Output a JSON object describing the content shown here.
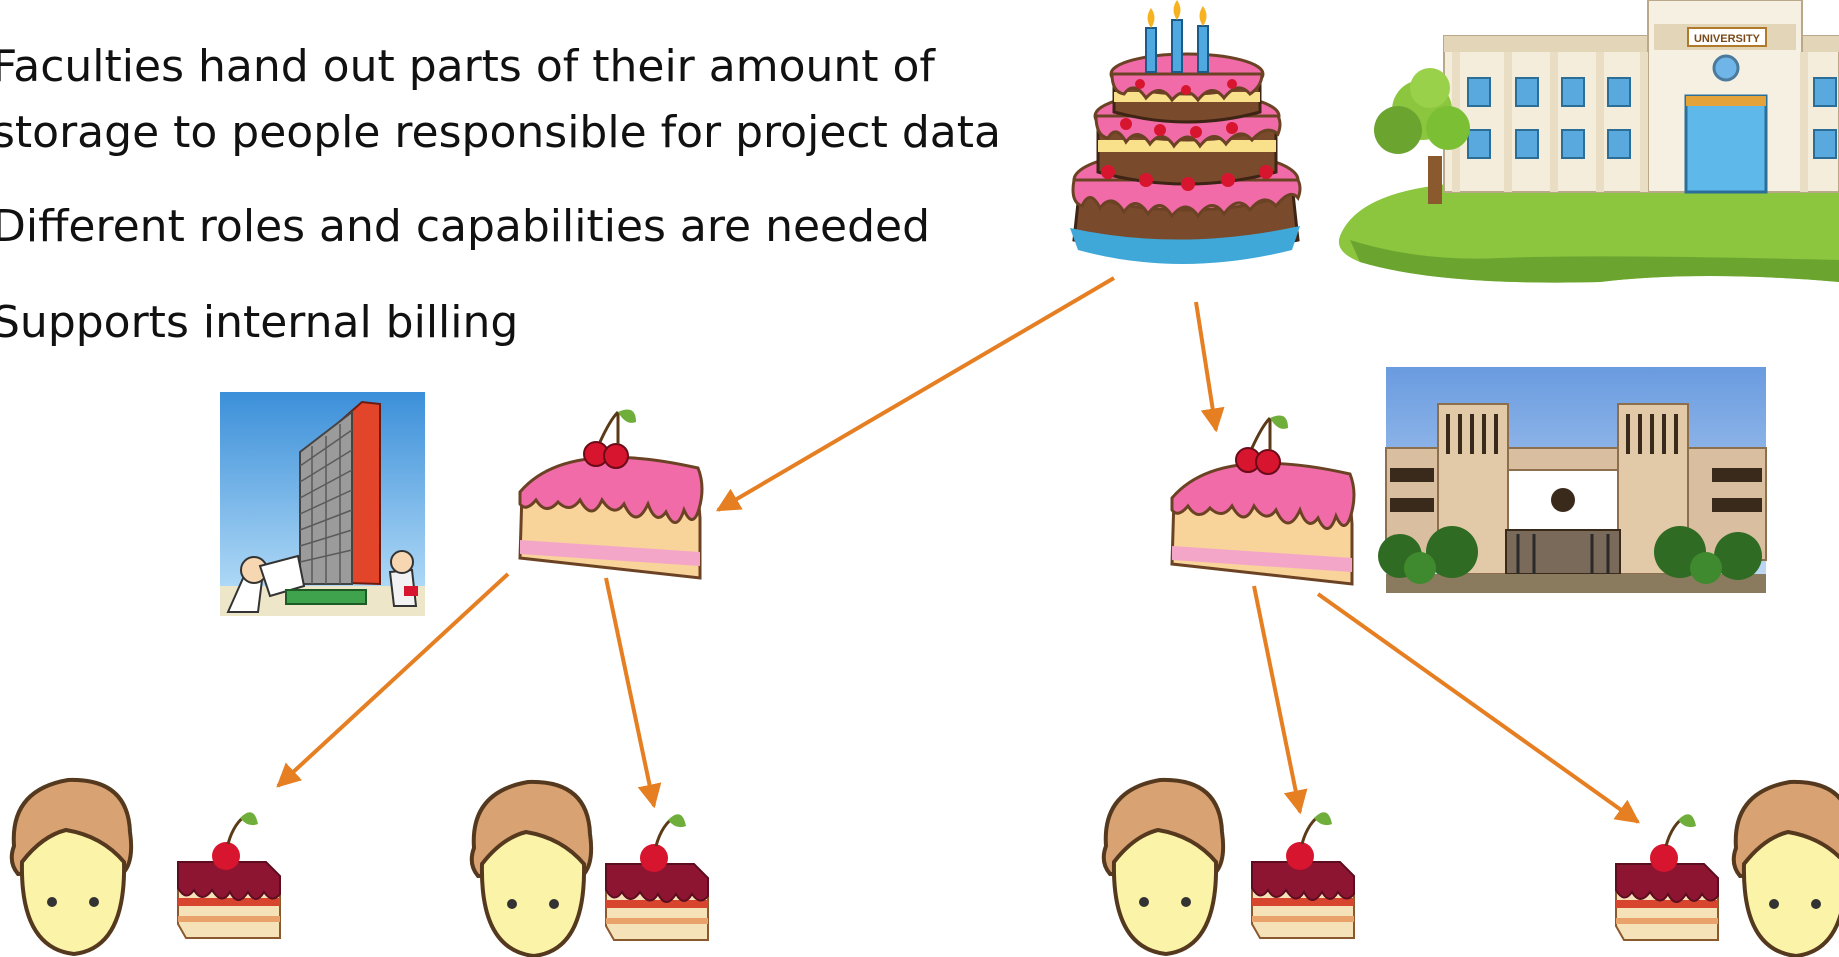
{
  "bullets": {
    "item1_line1": "Faculties hand out parts of their  amount of",
    "item1_line2": "storage to people responsible for project data",
    "item2": "Different roles and capabilities are needed",
    "item3": "Supports internal billing"
  },
  "images": {
    "university_sign": "UNIVERSITY"
  },
  "icons": [
    "birthday-cake-icon",
    "university-building-icon",
    "office-tower-icon",
    "campus-building-icon",
    "cake-slice-icon",
    "small-cake-icon",
    "person-icon"
  ],
  "colors": {
    "arrow": "#E67E22",
    "frosting": "#F06BA8",
    "sponge": "#F9D9A2",
    "face": "#FBF3A8",
    "hair": "#D9A273",
    "outline": "#55391f",
    "cherry": "#D8152E"
  }
}
